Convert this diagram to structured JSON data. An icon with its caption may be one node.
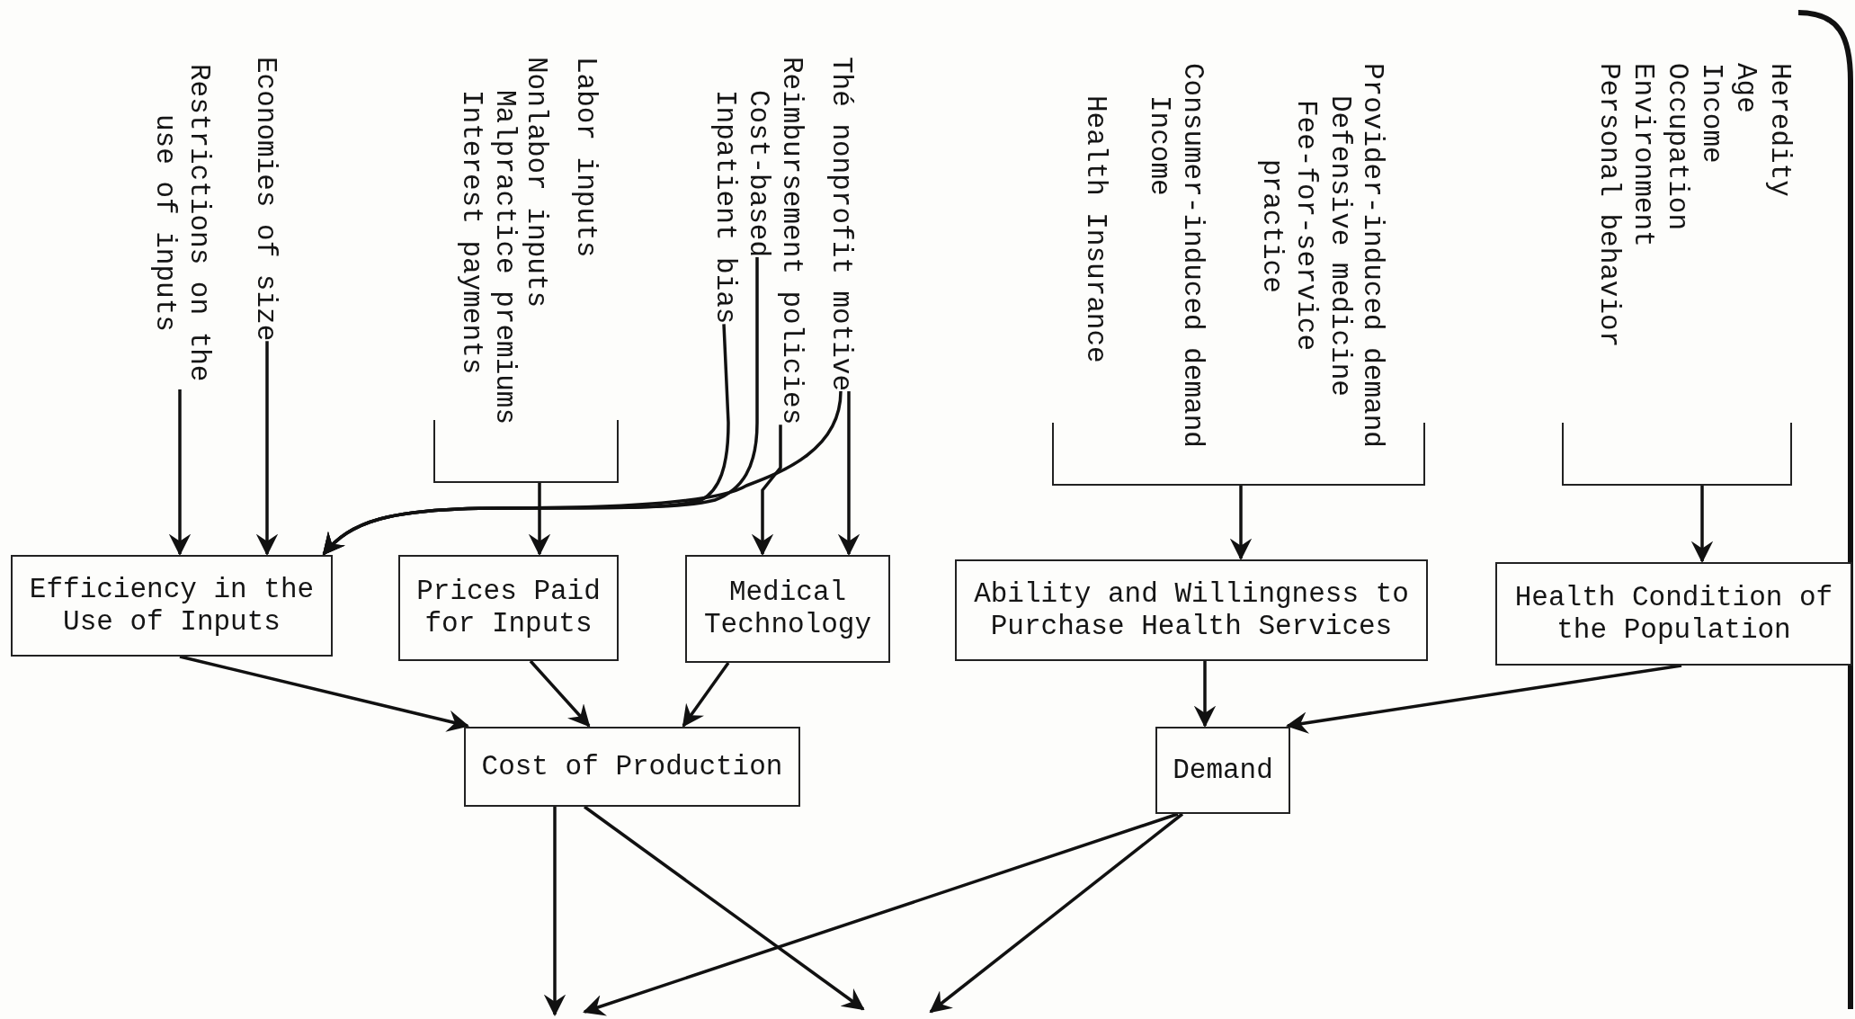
{
  "diagram": {
    "nodes": [
      {
        "text": [
          "Restrictions on the use of inputs"
        ]
      },
      {
        "text": [
          "Economies of size"
        ]
      },
      {
        "text": [
          "Labor inputs",
          "Nonlabor inputs",
          "Malpractice premiums",
          "Interest payments"
        ]
      },
      {
        "text": [
          "Thé nonprofit motive"
        ]
      },
      {
        "text": [
          "Reimbursement policies"
        ]
      },
      {
        "text": [
          "Cost-based"
        ]
      },
      {
        "text": [
          "Inpatient bias"
        ]
      },
      {
        "text": [
          "Provider-induced demand",
          "Defensive medicine",
          "Fee-for-service practice",
          "Consumer-induced demand",
          "Income",
          "Health Insurance"
        ]
      },
      {
        "text": [
          "Heredity",
          "Age",
          "Income",
          "Occupation",
          "Environment",
          "Personal behavior"
        ]
      },
      {
        "text": [
          "Efficiency in the Use of Inputs"
        ]
      },
      {
        "text": [
          "Prices Paid for Inputs"
        ]
      },
      {
        "text": [
          "Medical Technology"
        ]
      },
      {
        "text": [
          "Ability and Willingness to Purchase Health Services"
        ]
      },
      {
        "text": [
          "Health Condition of the Population"
        ]
      },
      {
        "text": [
          "Cost of Production"
        ]
      },
      {
        "text": [
          "Demand"
        ]
      },
      {
        "text": [],
        "shape": "bracket"
      },
      {
        "text": [],
        "shape": "bracket"
      },
      {
        "text": [],
        "shape": "bracket"
      }
    ],
    "edges": [
      {
        "from": 0,
        "to": 9,
        "arrow": "to"
      },
      {
        "from": 1,
        "to": 9,
        "arrow": "to"
      },
      {
        "from": 16,
        "to": 10,
        "arrow": "to"
      },
      {
        "from": 3,
        "to": 9,
        "arrow": "to"
      },
      {
        "from": 5,
        "to": 9,
        "arrow": "to"
      },
      {
        "from": 6,
        "to": 9,
        "arrow": "to"
      },
      {
        "from": 3,
        "to": 11,
        "arrow": "to"
      },
      {
        "from": 4,
        "to": 11,
        "arrow": "to"
      },
      {
        "from": 17,
        "to": 12,
        "arrow": "to"
      },
      {
        "from": 18,
        "to": 13,
        "arrow": "to"
      },
      {
        "from": 9,
        "to": 14,
        "arrow": "to"
      },
      {
        "from": 10,
        "to": 14,
        "arrow": "to"
      },
      {
        "from": 11,
        "to": 14,
        "arrow": "to"
      },
      {
        "from": 12,
        "to": 15,
        "arrow": "to"
      },
      {
        "from": 13,
        "to": 15,
        "arrow": "to"
      },
      {
        "from": 14,
        "to": null,
        "arrow": "to"
      },
      {
        "from": 14,
        "to": null,
        "arrow": "to"
      },
      {
        "from": 15,
        "to": null,
        "arrow": "to"
      },
      {
        "from": 15,
        "to": null,
        "arrow": "to"
      }
    ]
  }
}
